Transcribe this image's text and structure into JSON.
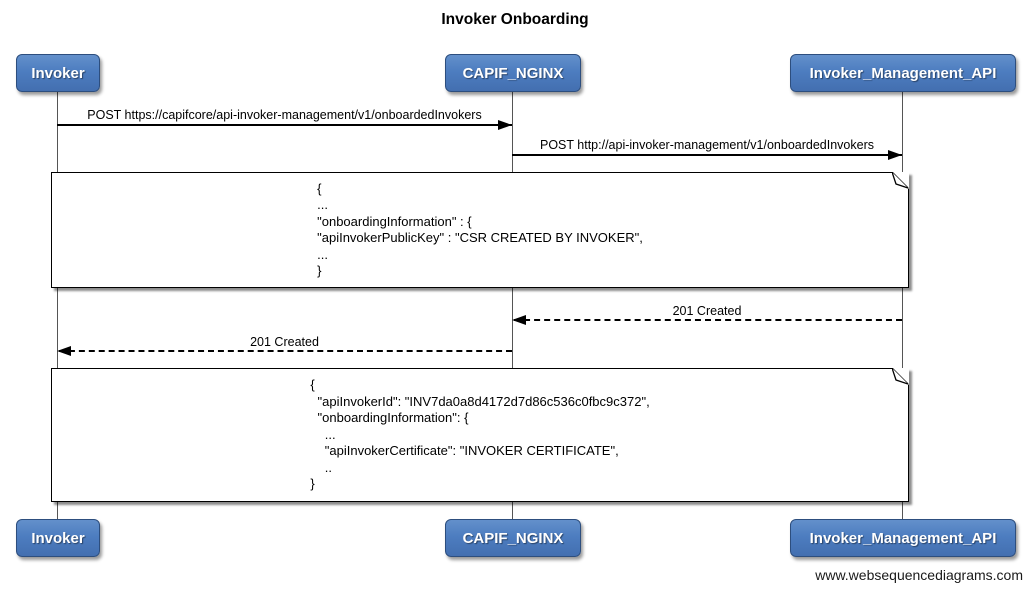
{
  "title": "Invoker Onboarding",
  "footer": "www.websequencediagrams.com",
  "actors": [
    {
      "label": "Invoker"
    },
    {
      "label": "CAPIF_NGINX"
    },
    {
      "label": "Invoker_Management_API"
    }
  ],
  "messages": [
    {
      "from": "Invoker",
      "to": "CAPIF_NGINX",
      "label": "POST https://capifcore/api-invoker-management/v1/onboardedInvokers",
      "line_style": "solid",
      "arrow_direction": "right"
    },
    {
      "from": "CAPIF_NGINX",
      "to": "Invoker_Management_API",
      "label": "POST http://api-invoker-management/v1/onboardedInvokers",
      "line_style": "solid",
      "arrow_direction": "right"
    },
    {
      "from": "Invoker_Management_API",
      "to": "CAPIF_NGINX",
      "label": "201 Created",
      "line_style": "dashed",
      "arrow_direction": "left"
    },
    {
      "from": "CAPIF_NGINX",
      "to": "Invoker",
      "label": "201 Created",
      "line_style": "dashed",
      "arrow_direction": "left"
    }
  ],
  "notes": [
    {
      "over": "CAPIF_NGINX",
      "lines": [
        "{",
        "...",
        "\"onboardingInformation\" : {",
        "\"apiInvokerPublicKey\" : \"CSR CREATED BY INVOKER\",",
        "...",
        "}"
      ]
    },
    {
      "over": "CAPIF_NGINX",
      "lines": [
        "{",
        "  \"apiInvokerId\": \"INV7da0a8d4172d7d86c536c0fbc9c372\",",
        "  \"onboardingInformation\": {",
        "    ...",
        "    \"apiInvokerCertificate\": \"INVOKER CERTIFICATE\",",
        "    ..",
        "}"
      ]
    }
  ],
  "colors": {
    "actor_fill": "#4d7dc0",
    "actor_fill_light": "#6390cb",
    "actor_border": "#2d4e7e",
    "actor_text": "#ffffff",
    "line": "#000000",
    "note_background": "#ffffff",
    "shadow": "#737373",
    "background": "#ffffff"
  }
}
